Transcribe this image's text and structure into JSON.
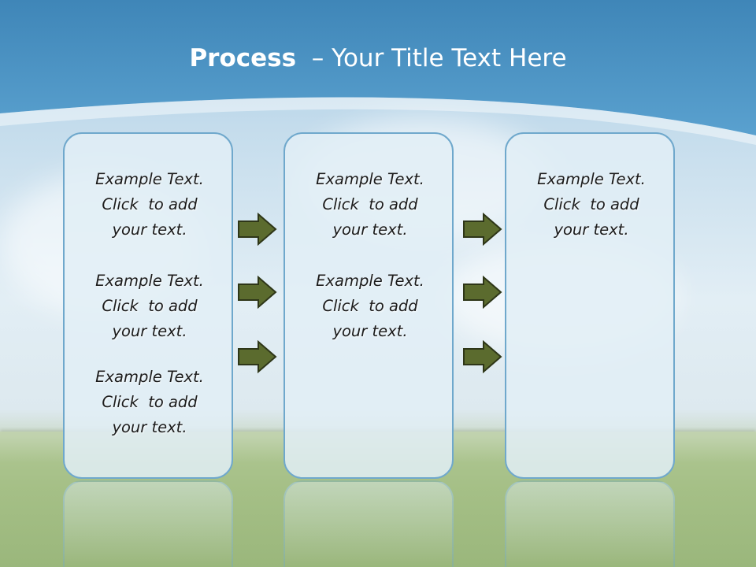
{
  "slide": {
    "title_bold": "Process",
    "title_rest": "  – Your Title Text Here"
  },
  "columns": [
    {
      "blocks": [
        {
          "line1": "Example Text.",
          "line2": "Click  to add",
          "line3": "your text."
        },
        {
          "line1": "Example Text.",
          "line2": "Click  to add",
          "line3": "your text."
        },
        {
          "line1": "Example Text.",
          "line2": "Click  to add",
          "line3": "your text."
        }
      ]
    },
    {
      "blocks": [
        {
          "line1": "Example Text.",
          "line2": "Click  to add",
          "line3": "your text."
        },
        {
          "line1": "Example Text.",
          "line2": "Click  to add",
          "line3": "your text."
        }
      ]
    },
    {
      "blocks": [
        {
          "line1": "Example Text.",
          "line2": "Click  to add",
          "line3": "your text."
        }
      ]
    }
  ],
  "colors": {
    "header_blue": "#4a8fc0",
    "arrow_fill": "#5b6b2e",
    "box_border": "#6fa8cc"
  },
  "icons": [
    "right-arrow-icon"
  ]
}
